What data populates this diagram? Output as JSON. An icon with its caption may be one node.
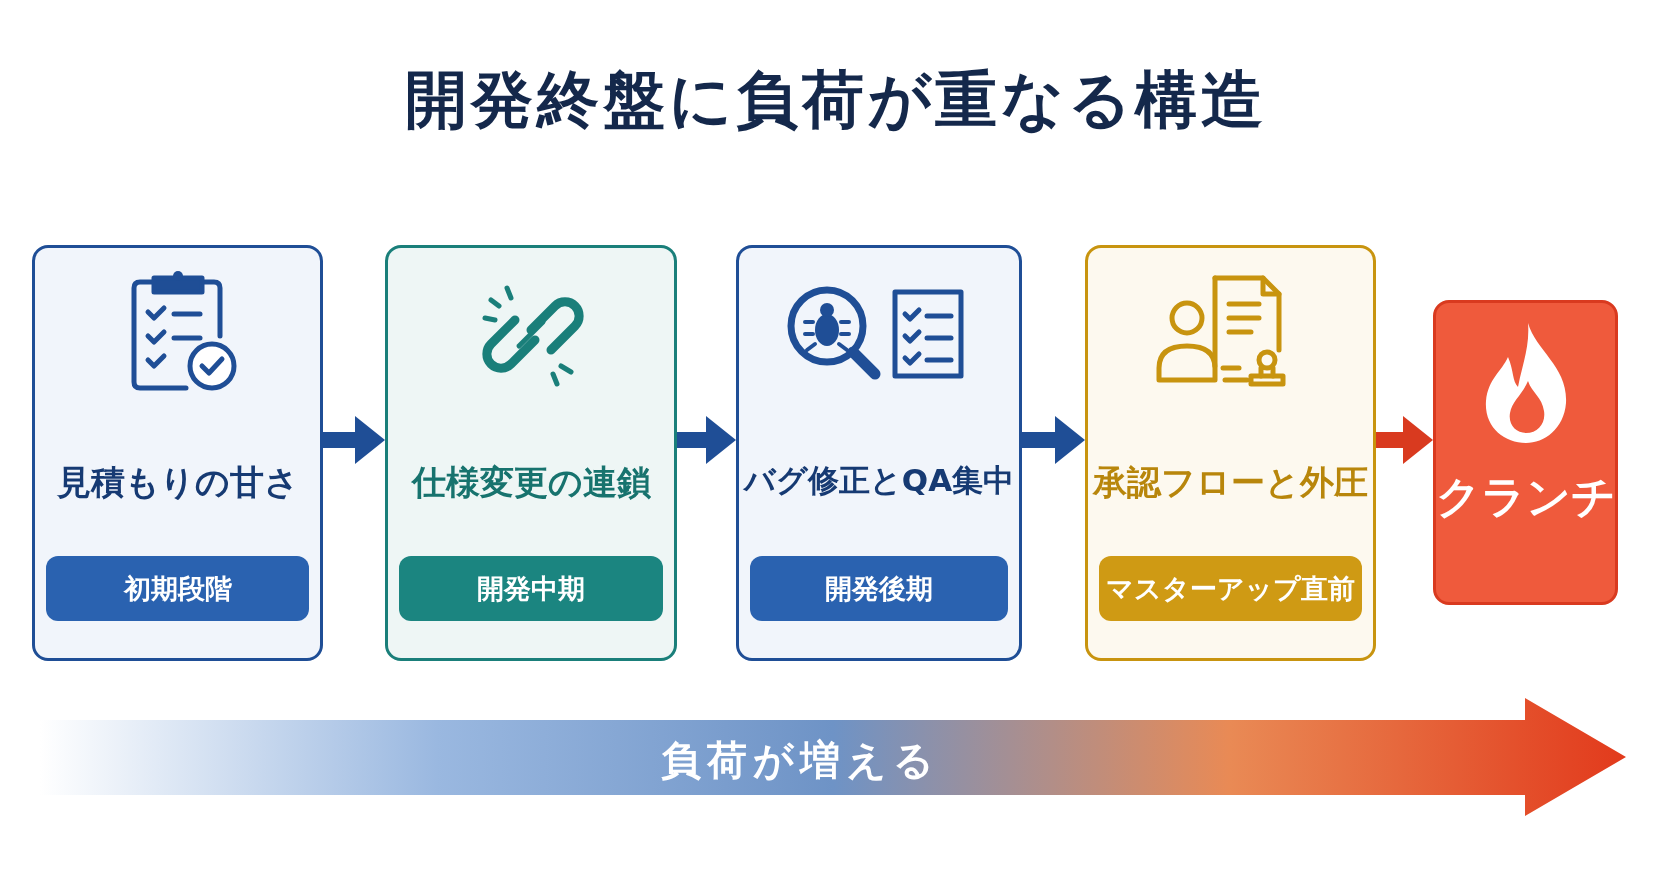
{
  "diagram": {
    "title": "開発終盤に負荷が重なる構造",
    "nodes": [
      {
        "text": [
          "見積もりの甘さ"
        ]
      },
      {
        "text": [
          "初期段階"
        ],
        "in": 0
      },
      {
        "text": [
          "仕様変更の連鎖"
        ]
      },
      {
        "text": [
          "開発中期"
        ],
        "in": 2
      },
      {
        "text": [
          "バグ修正とQA集中"
        ]
      },
      {
        "text": [
          "開発後期"
        ],
        "in": 4
      },
      {
        "text": [
          "承認フローと外圧"
        ]
      },
      {
        "text": [
          "マスターアップ直前"
        ],
        "in": 6
      },
      {
        "text": [
          "クランチ"
        ]
      }
    ],
    "edges": [
      {
        "from": 0,
        "to": 2,
        "arrow": "to"
      },
      {
        "from": 2,
        "to": 4,
        "arrow": "to"
      },
      {
        "from": 4,
        "to": 6,
        "arrow": "to"
      },
      {
        "from": 6,
        "to": 8,
        "arrow": "to",
        "color": "#d93a1f"
      }
    ],
    "labels": [
      "負荷が増える"
    ]
  }
}
